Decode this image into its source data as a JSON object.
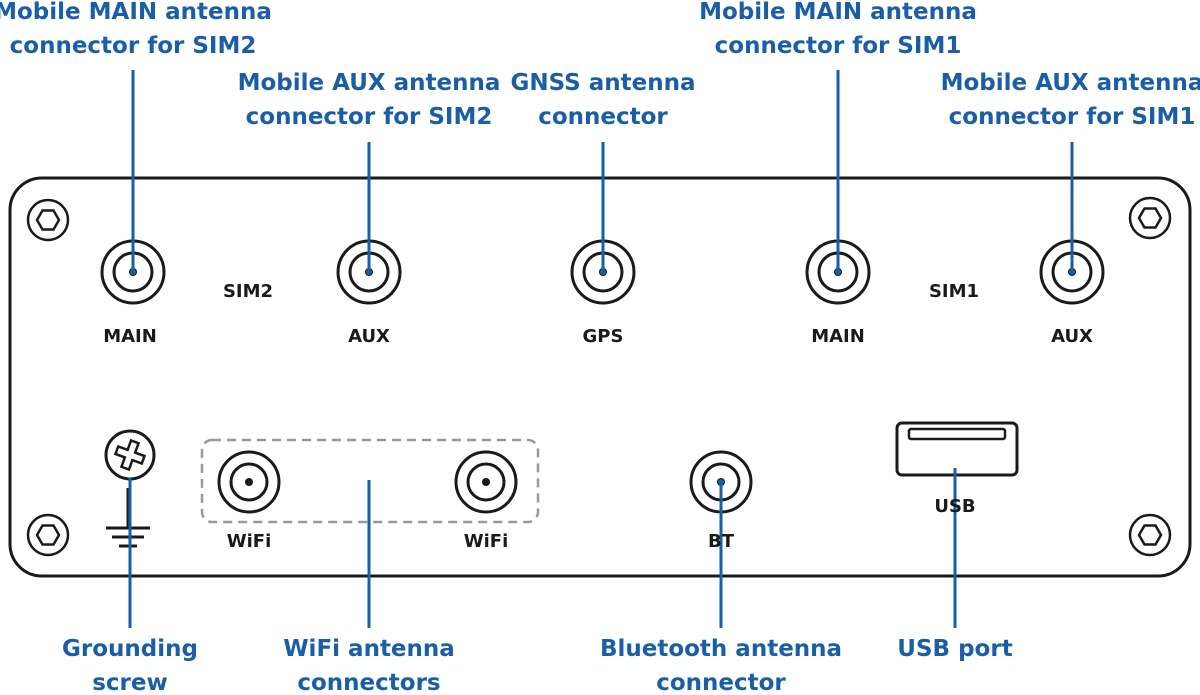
{
  "colors": {
    "callout_text": "#1a5ea8",
    "leader_line": "#1a5ea8",
    "panel_stroke": "#1a1a1a",
    "panel_label": "#1a1a1a",
    "wifi_group_border": "#999999"
  },
  "callouts": {
    "main_sim2": {
      "line1": "Mobile MAIN antenna",
      "line2": "connector for SIM2"
    },
    "aux_sim2": {
      "line1": "Mobile AUX antenna",
      "line2": "connector for SIM2"
    },
    "gnss": {
      "line1": "GNSS antenna",
      "line2": "connector"
    },
    "main_sim1": {
      "line1": "Mobile MAIN antenna",
      "line2": "connector for SIM1"
    },
    "aux_sim1": {
      "line1": "Mobile AUX antenna",
      "line2": "connector for SIM1"
    },
    "grounding": {
      "line1": "Grounding",
      "line2": "screw"
    },
    "wifi": {
      "line1": "WiFi antenna",
      "line2": "connectors"
    },
    "bluetooth": {
      "line1": "Bluetooth antenna",
      "line2": "connector"
    },
    "usb": {
      "line1": "USB port"
    }
  },
  "panel_labels": {
    "sim2": "SIM2",
    "sim1": "SIM1",
    "main_sim2": "MAIN",
    "aux_sim2": "AUX",
    "gps": "GPS",
    "main_sim1": "MAIN",
    "aux_sim1": "AUX",
    "wifi_left": "WiFi",
    "wifi_right": "WiFi",
    "bt": "BT",
    "usb": "USB"
  },
  "icons": {
    "grounding_screw": "cross-screw-icon",
    "ground_symbol": "ground-symbol-icon",
    "mounting_screw": "hex-screw-icon",
    "antenna_connector": "sma-connector-icon",
    "usb_port": "usb-port-icon"
  }
}
